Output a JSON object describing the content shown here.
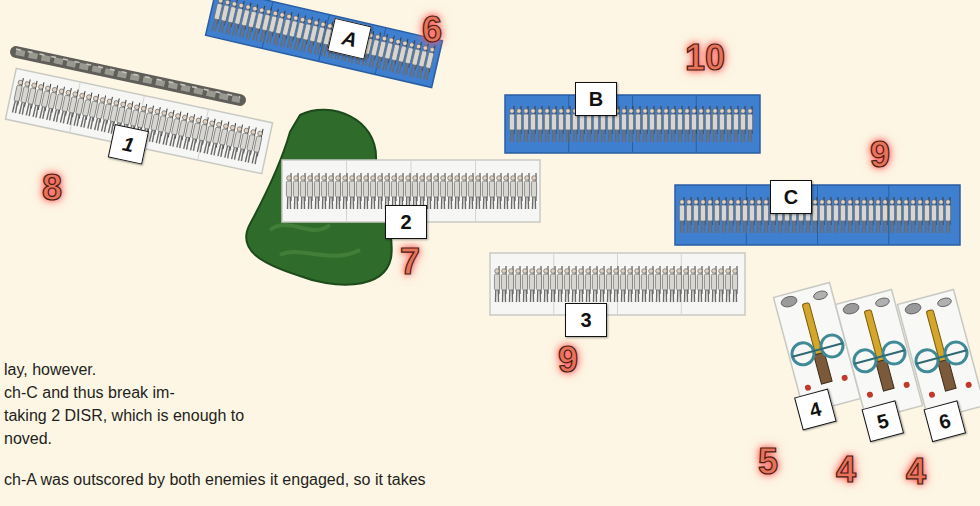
{
  "diagram": {
    "nodes": [
      {
        "text": [
          "A"
        ]
      },
      {
        "text": [
          "B"
        ]
      },
      {
        "text": [
          "C"
        ]
      },
      {
        "text": [
          "1"
        ]
      },
      {
        "text": [
          "2"
        ]
      },
      {
        "text": [
          "3"
        ]
      },
      {
        "text": [
          "4"
        ]
      },
      {
        "text": [
          "5"
        ]
      },
      {
        "text": [
          "6"
        ]
      }
    ],
    "labels": [
      "6",
      "10",
      "9",
      "8",
      "7",
      "9",
      "5",
      "4",
      "4",
      "lay, however.",
      "ch-C and thus break im-",
      "taking 2 DISR, which is enough to",
      "noved.",
      "ch-A was outscored by both enemies it engaged, so it takes"
    ]
  }
}
